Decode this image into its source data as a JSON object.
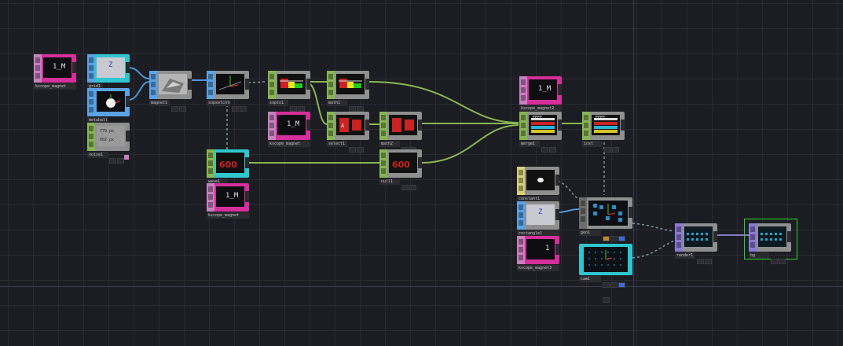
{
  "nodes": {
    "kscope_magnet_1": {
      "label": "kscope_magnet",
      "preview": "1_M"
    },
    "grid1": {
      "label": "grid1",
      "preview": "Z"
    },
    "metaball1": {
      "label": "metaball1"
    },
    "noise1": {
      "label": "noise1",
      "preview_line1": "779 px",
      "preview_line2": "602 px"
    },
    "magnet1": {
      "label": "magnet1"
    },
    "sopsetcn": {
      "label": "sopsetcnte"
    },
    "sopto1": {
      "label": "sopto1"
    },
    "math1": {
      "label": "math1"
    },
    "kscope_magnet_2": {
      "label": "kscope_magnet",
      "preview": "1_M"
    },
    "select1": {
      "label": "select1"
    },
    "math2": {
      "label": "math2"
    },
    "wave1": {
      "label": "wave1"
    },
    "null1": {
      "label": "null1"
    },
    "kscope_magnet_3": {
      "label": "kscope_magnet",
      "preview": "1_M"
    },
    "kscope_magnet_4": {
      "label": "kscope_magnet2",
      "preview": "1_M"
    },
    "merge1": {
      "label": "merge1",
      "preview_text": "EEEE"
    },
    "inst": {
      "label": "inst",
      "preview_text": "EEEE"
    },
    "constant1": {
      "label": "constant1"
    },
    "rectangle1": {
      "label": "rectangle1",
      "preview": "Z"
    },
    "kscope_magnet_5": {
      "label": "kscope_magnet3",
      "preview": "1"
    },
    "geo1": {
      "label": "geo1"
    },
    "cam1": {
      "label": "cam1"
    },
    "render1": {
      "label": "render1"
    },
    "bg": {
      "label": "bg"
    }
  },
  "colors": {
    "sop_green": "#7bbd46",
    "top_purple": "#8b79d4",
    "chop_magenta": "#d52f9b",
    "comp_teal": "#2fc6cf",
    "dat_blue": "#5aa3e6",
    "chop_pink": "#c780c0",
    "wire_green": "#86b653",
    "wire_blue": "#4d93d8",
    "wire_purple": "#8a7bc6",
    "wire_dashed": "#7f92a6",
    "highlight_frame": "#2ad32a",
    "grid_line": "#2a2b33",
    "background": "#1c1d22"
  }
}
